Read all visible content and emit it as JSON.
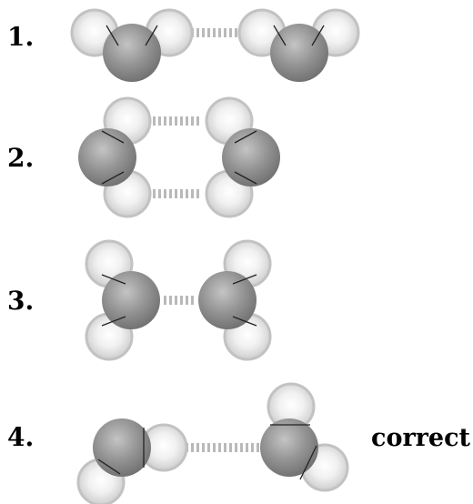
{
  "options": [
    {
      "number": "1.",
      "note": ""
    },
    {
      "number": "2.",
      "note": ""
    },
    {
      "number": "3.",
      "note": ""
    },
    {
      "number": "4.",
      "note": "correct"
    }
  ],
  "colors": {
    "oxygen": "#8c8c8c",
    "hydrogen": "#e4e4e4",
    "hydrogen_bond": "#bdbdbd",
    "covalent_edge": "#222222"
  }
}
